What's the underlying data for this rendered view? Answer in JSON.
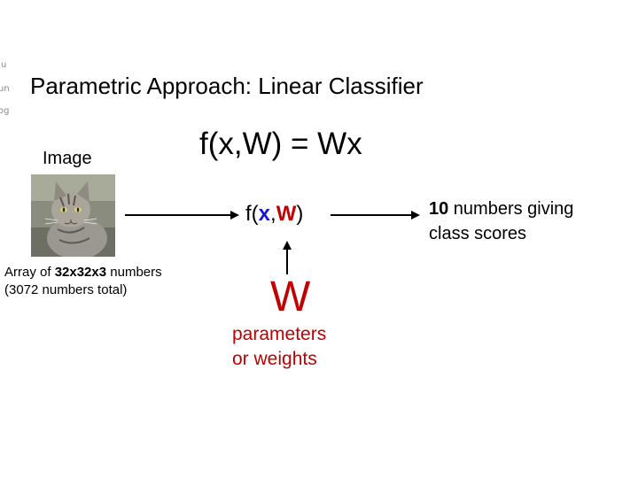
{
  "side_fragments": [
    "Ju",
    "un",
    "og"
  ],
  "slide": {
    "title": "Parametric Approach: Linear Classifier",
    "formula": "f(x,W) = Wx"
  },
  "image_block": {
    "label": "Image",
    "desc_count": "32x32x3",
    "desc_rest": "numbers",
    "desc_prefix": "Array of ",
    "desc_line2": "(3072 numbers total)"
  },
  "center": {
    "f_open": "f(",
    "x": "x",
    "comma": ",",
    "W": "W",
    "f_close": ")"
  },
  "weights": {
    "symbol": "W",
    "line1": "parameters",
    "line2": "or weights"
  },
  "output": {
    "count": "10",
    "line1_rest": " numbers giving",
    "line2": "class scores"
  },
  "colors": {
    "x": "#1515d8",
    "W": "#c00000"
  }
}
